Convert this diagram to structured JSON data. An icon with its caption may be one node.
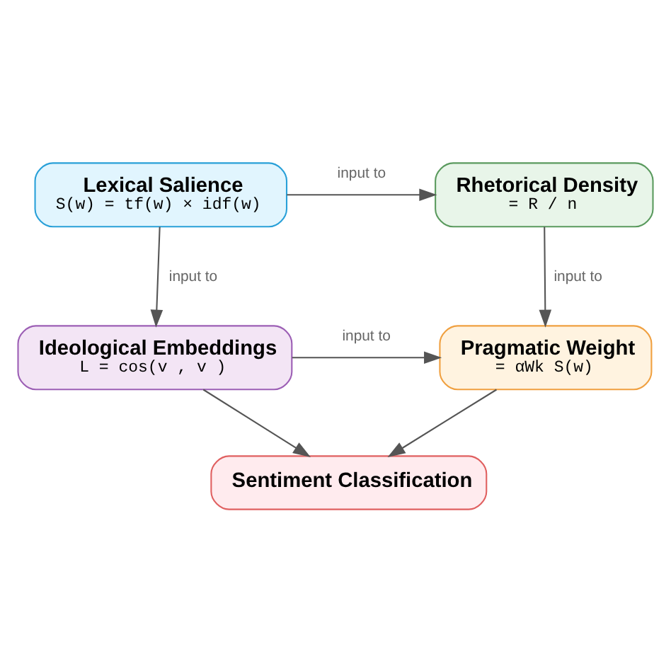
{
  "diagram": {
    "nodes": [
      {
        "text": [
          "Lexical Salience",
          "S(w) = tf(w) × idf(w)"
        ]
      },
      {
        "text": [
          "Rhetorical Density",
          "= R / n"
        ]
      },
      {
        "text": [
          "Ideological Embeddings",
          "L = cos(v , v )"
        ]
      },
      {
        "text": [
          "Pragmatic Weight",
          "= αWk S(w)"
        ]
      },
      {
        "text": [
          "Sentiment Classification"
        ]
      }
    ],
    "edges": [
      {
        "from": 0,
        "to": 1,
        "arrow": "to",
        "label": "input to"
      },
      {
        "from": 0,
        "to": 2,
        "arrow": "to",
        "label": "input to"
      },
      {
        "from": 1,
        "to": 3,
        "arrow": "to",
        "label": "input to"
      },
      {
        "from": 2,
        "to": 3,
        "arrow": "to",
        "label": "input to"
      },
      {
        "from": 2,
        "to": 4,
        "arrow": "to"
      },
      {
        "from": 3,
        "to": 4,
        "arrow": "to"
      }
    ]
  }
}
